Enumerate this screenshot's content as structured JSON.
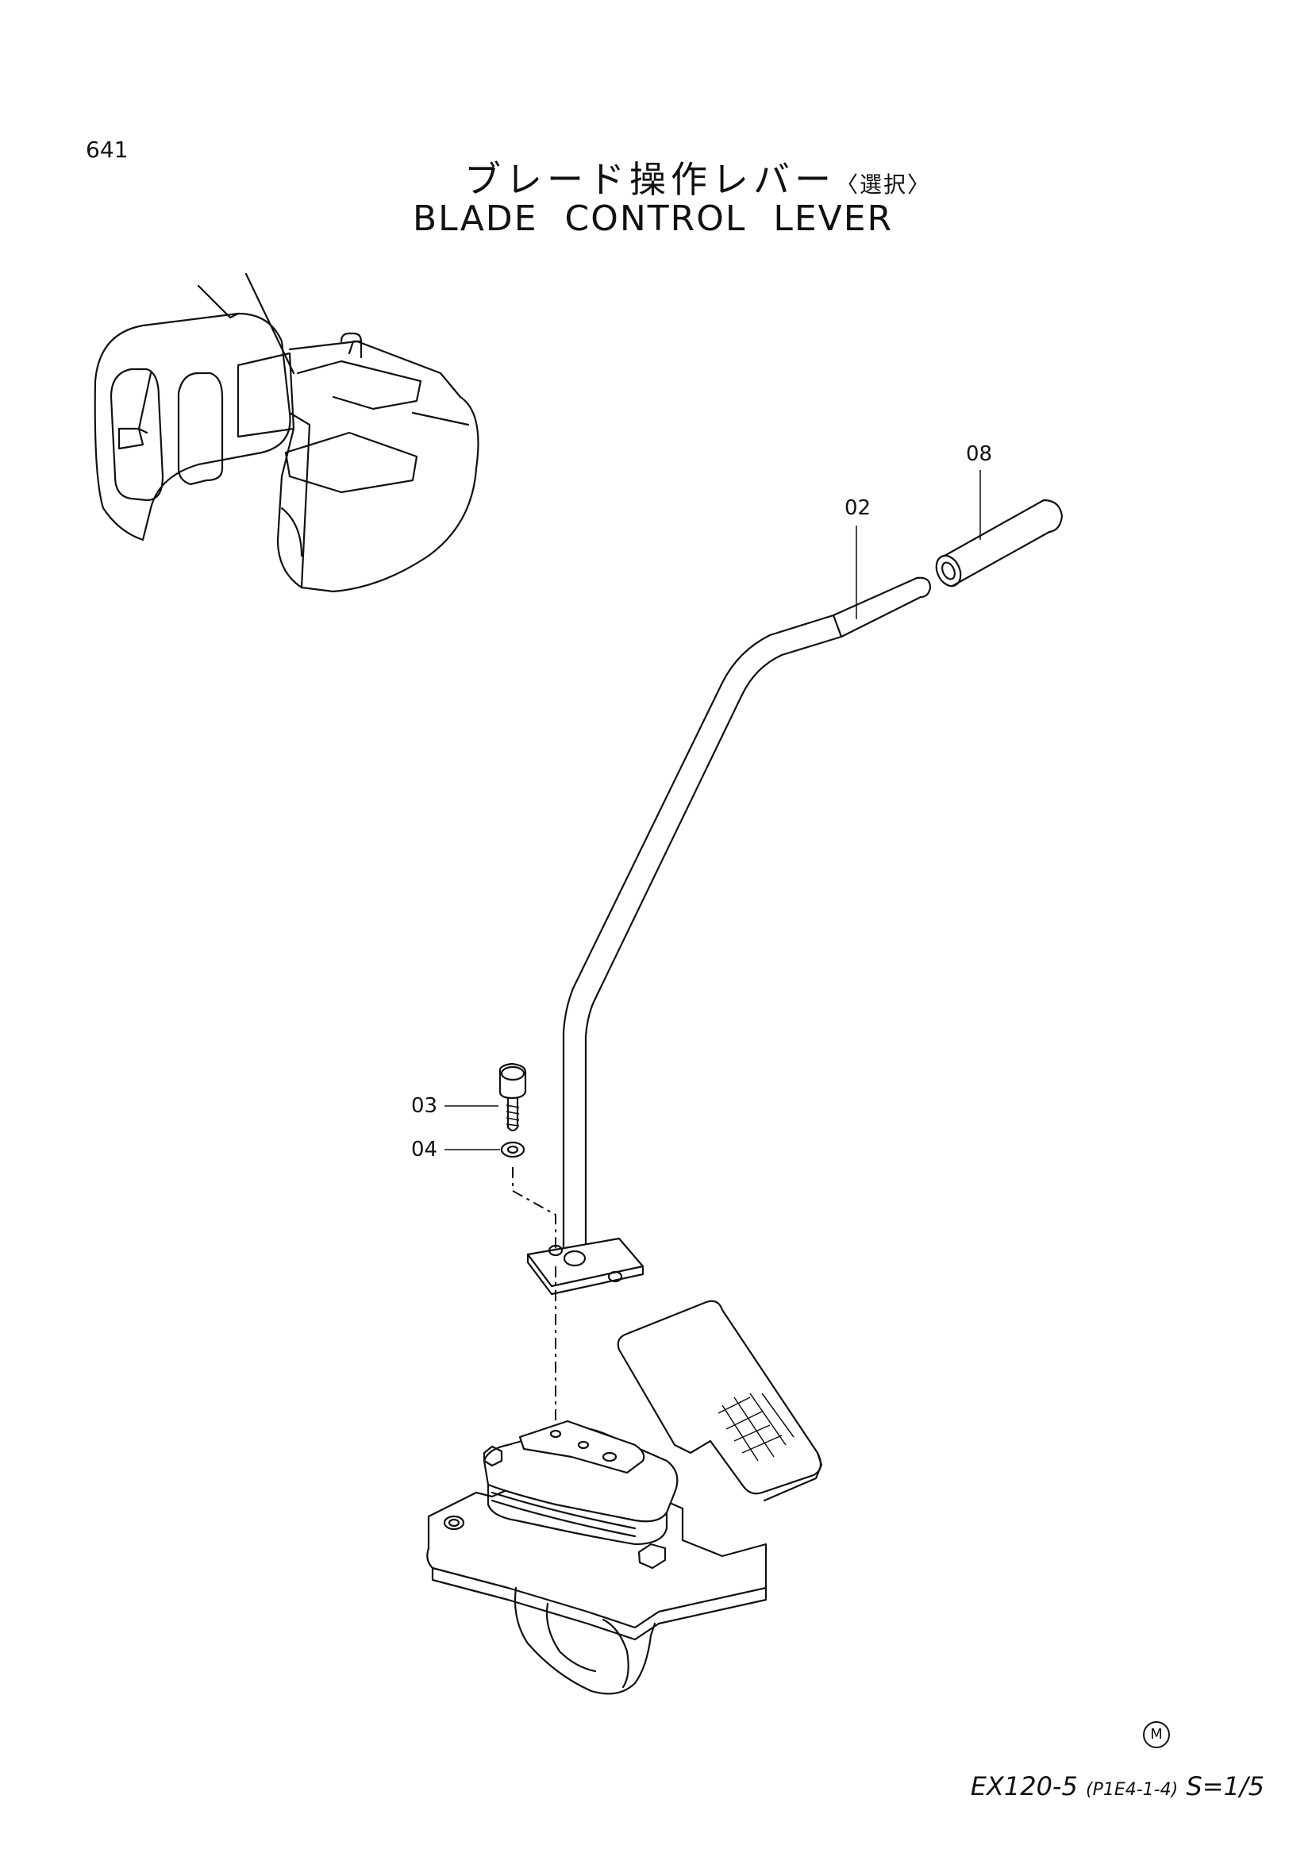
{
  "page_number": "641",
  "title_jp": "ブレード操作レバー",
  "title_jp_suffix": "〈選択〉",
  "title_en": "BLADE CONTROL LEVER",
  "callouts": {
    "p02": "02",
    "p08": "08",
    "p03": "03",
    "p04": "04"
  },
  "footer": {
    "model": "EX120-5",
    "ref": "(P1E4-1-4)",
    "scale": "S=1/5",
    "mark": "M"
  }
}
